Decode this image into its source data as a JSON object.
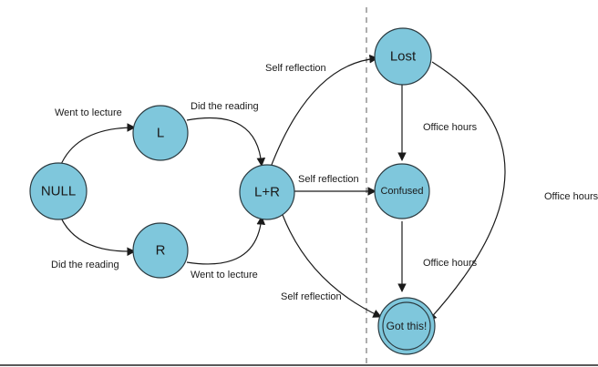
{
  "nodes": {
    "null": "NULL",
    "l": "L",
    "r": "R",
    "lr": "L+R",
    "lost": "Lost",
    "confused": "Confused",
    "got_this": "Got this!"
  },
  "edges": {
    "null_to_l": "Went to lecture",
    "null_to_r": "Did the reading",
    "l_to_lr": "Did the reading",
    "r_to_lr": "Went to lecture",
    "lr_to_lost": "Self reflection",
    "lr_to_confused": "Self reflection",
    "lr_to_got": "Self reflection",
    "lost_to_confused": "Office hours",
    "confused_to_got": "Office hours",
    "lost_to_got": "Office hours"
  },
  "colors": {
    "node_fill": "#7fc7dc",
    "node_stroke": "#2b3a40"
  }
}
